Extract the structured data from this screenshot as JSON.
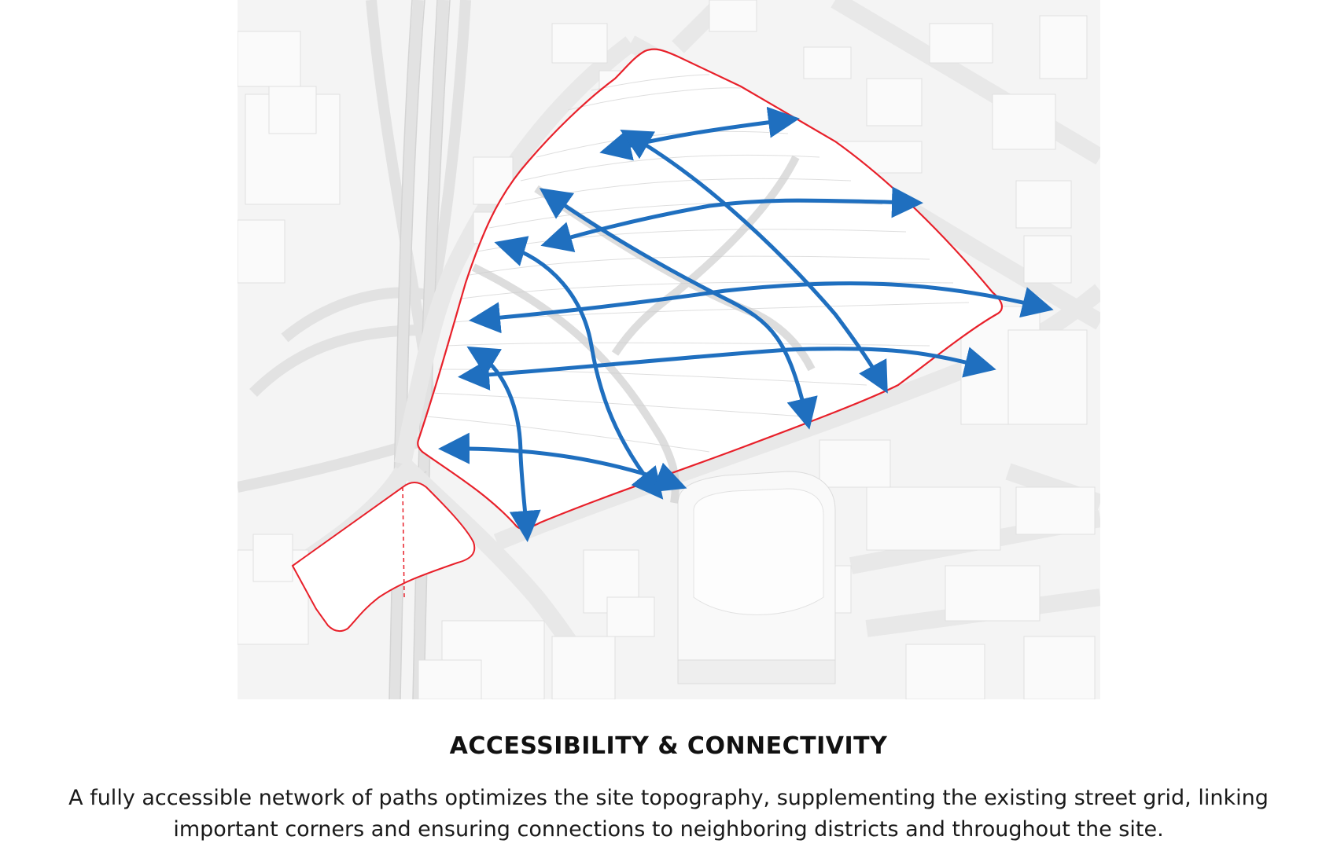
{
  "caption": {
    "title": "ACCESSIBILITY & CONNECTIVITY",
    "line1": "A fully accessible network of paths optimizes the site topography, supplementing the existing street grid,  linking",
    "line2": "important corners and ensuring connections to neighboring districts and throughout the site."
  },
  "colors": {
    "site_boundary": "#e8202a",
    "path_arrows": "#1f6fbf",
    "buildings": "#f2f2f2",
    "streets": "#e6e6e6",
    "background": "#ffffff"
  },
  "icons": {
    "arrow_head": "double-headed-arrow"
  }
}
